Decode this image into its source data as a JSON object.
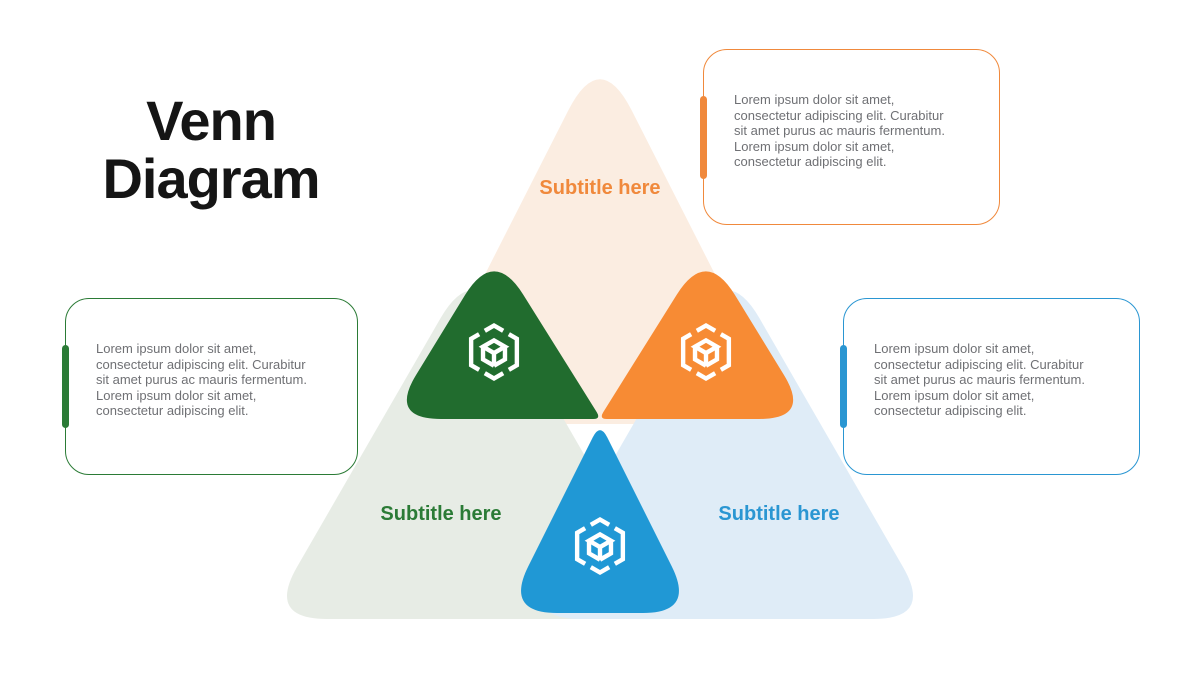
{
  "slide": {
    "title": "Venn Diagram",
    "palette": {
      "pale_orange": "#FBEDE1",
      "pale_green": "#E7ECE5",
      "pale_blue": "#DFECF7",
      "solid_green": "#216C2E",
      "solid_orange": "#F78B34",
      "solid_blue": "#2098D5",
      "accent_orange": "#F0893C",
      "accent_green": "#2B7B36",
      "accent_blue": "#2A96D2",
      "card_text": "#6F7074",
      "title_text": "#151515",
      "icon_stroke": "#FFFFFF"
    },
    "icon": {
      "name": "cube-icon",
      "glyph": "hexagon-cube"
    },
    "subtitles": {
      "top": {
        "label": "Subtitle here"
      },
      "left": {
        "label": "Subtitle here"
      },
      "right": {
        "label": "Subtitle here"
      }
    },
    "cards": {
      "top_right": {
        "body": "Lorem ipsum dolor sit amet,\nconsectetur adipiscing elit. Curabitur\nsit amet purus ac mauris fermentum.\nLorem ipsum dolor sit amet,\nconsectetur adipiscing elit."
      },
      "left": {
        "body": "Lorem ipsum dolor sit amet,\nconsectetur adipiscing elit. Curabitur\nsit amet purus ac mauris fermentum.\nLorem ipsum dolor sit amet,\nconsectetur adipiscing elit."
      },
      "right": {
        "body": "Lorem ipsum dolor sit amet,\nconsectetur adipiscing elit. Curabitur\nsit amet purus ac mauris fermentum.\nLorem ipsum dolor sit amet,\nconsectetur adipiscing elit."
      }
    }
  }
}
